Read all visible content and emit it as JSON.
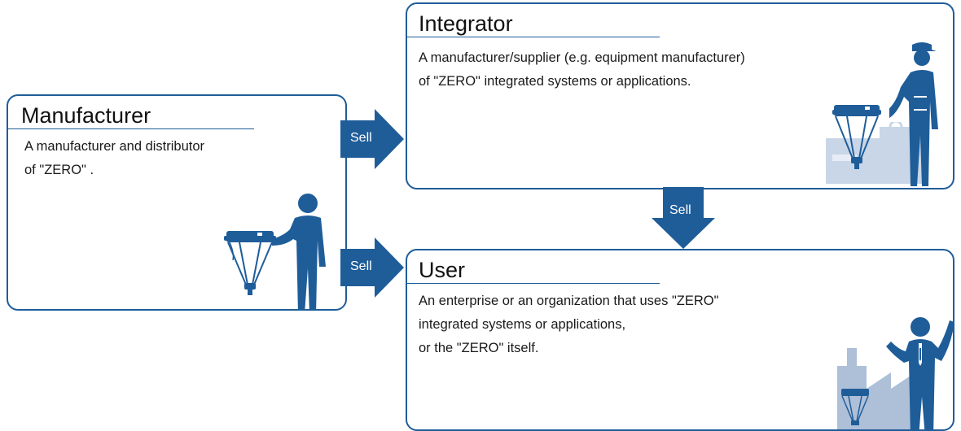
{
  "colors": {
    "primary": "#1f5d99",
    "machine": "#c9d6e8",
    "factory": "#aebfd8"
  },
  "manufacturer": {
    "title": "Manufacturer",
    "description": "A manufacturer and distributor\nof \"ZERO\" ."
  },
  "integrator": {
    "title": "Integrator",
    "description": "A manufacturer/supplier (e.g. equipment manufacturer)\nof \"ZERO\" integrated systems or applications."
  },
  "user": {
    "title": "User",
    "description": "An enterprise or an organization that uses \"ZERO\"\nintegrated systems or applications,\nor the \"ZERO\" itself."
  },
  "arrows": {
    "manufacturer_to_integrator": "Sell",
    "manufacturer_to_user": "Sell",
    "integrator_to_user": "Sell"
  },
  "icons": [
    "delta-robot-icon",
    "person-icon",
    "worker-icon",
    "businessman-icon",
    "machine-icon",
    "factory-icon"
  ]
}
